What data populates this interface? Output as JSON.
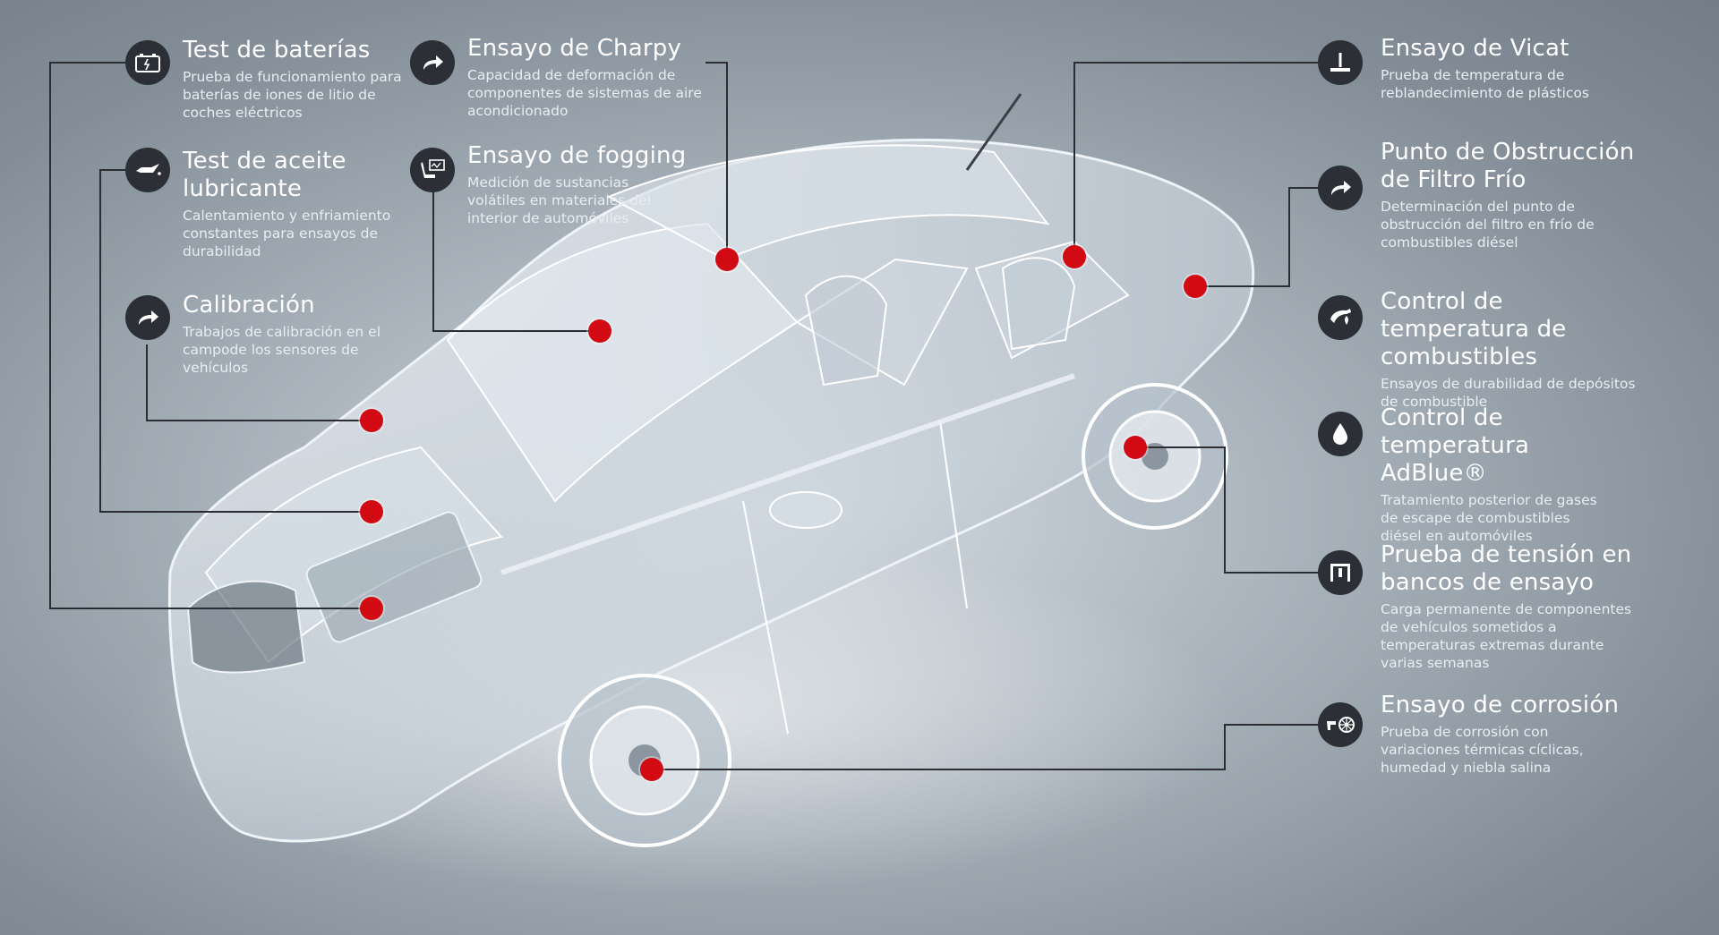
{
  "items": [
    {
      "id": "baterias",
      "title": "Test de baterías",
      "desc": "Prueba de funcionamiento para baterías de iones de litio de coches eléctricos",
      "icon": "battery-icon"
    },
    {
      "id": "aceite",
      "title": "Test de aceite lubricante",
      "desc": "Calentamiento y enfriamiento constantes para ensayos de durabilidad",
      "icon": "oil-can-icon"
    },
    {
      "id": "calibracion",
      "title": "Calibración",
      "desc": "Trabajos de calibración en el campode los sensores de vehículos",
      "icon": "arrow-icon"
    },
    {
      "id": "charpy",
      "title": "Ensayo de Charpy",
      "desc": "Capacidad de deformación de componentes de sistemas de aire acondicionado",
      "icon": "arrow-icon"
    },
    {
      "id": "fogging",
      "title": "Ensayo de fogging",
      "desc": "Medición de sustancias volátiles en materiales del interior de automóviles",
      "icon": "seat-monitor-icon"
    },
    {
      "id": "vicat",
      "title": "Ensayo de Vicat",
      "desc": "Prueba de temperatura de reblandecimiento de plásticos",
      "icon": "needle-icon"
    },
    {
      "id": "filtro",
      "title": "Punto de Obstrucción de Filtro Frío",
      "desc": "Determinación del punto de obstrucción del filtro en frío de combustibles diésel",
      "icon": "arrow-icon"
    },
    {
      "id": "combustibles",
      "title": "Control de temperatura de combustibles",
      "desc": "Ensayos de durabilidad de depósitos de combustible",
      "icon": "fuel-nozzle-icon"
    },
    {
      "id": "adblue",
      "title": "Control de temperatura AdBlue®",
      "desc": "Tratamiento posterior de gases de escape de combustibles diésel en automóviles",
      "icon": "drop-icon"
    },
    {
      "id": "tension",
      "title": "Prueba de tensión en bancos de ensayo",
      "desc": "Carga permanente de componentes de vehículos sometidos a temperaturas extremas durante varias semanas",
      "icon": "test-bench-icon"
    },
    {
      "id": "corrosion",
      "title": "Ensayo de corrosión",
      "desc": "Prueba de corrosión con variaciones térmicas cíclicas, humedad y niebla salina",
      "icon": "spray-wheel-icon"
    }
  ],
  "colors": {
    "hotspot": "#d10a14",
    "icon_bg": "#2c3036",
    "line": "#2a2e33"
  }
}
